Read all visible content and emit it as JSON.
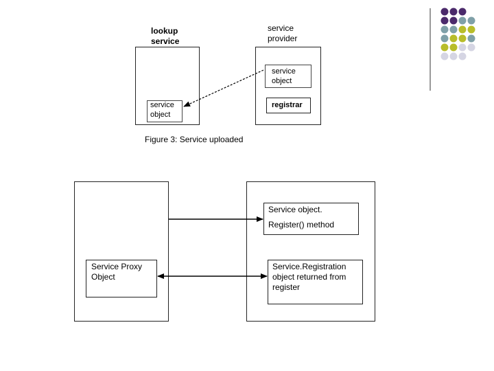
{
  "figure_top": {
    "lookup_service_label": "lookup\nservice",
    "service_provider_label": "service\nprovider",
    "service_object_provider_label": "service\nobject",
    "registrar_label": "registrar",
    "service_object_lookup_label": "service\nobject",
    "caption": "Figure 3: Service uploaded"
  },
  "figure_bottom": {
    "service_object_line1": "Service object.",
    "service_object_line2": "Register() method",
    "service_proxy_label": "Service Proxy\nObject",
    "service_registration_label": "Service.Registration\nobject returned from\nregister"
  },
  "decoration": {
    "colors": {
      "purple": "#4b2a6b",
      "teal": "#7fa0a8",
      "olive": "#b8bd2a",
      "lavender": "#d5d5e3"
    },
    "dot_grid": [
      [
        "purple",
        "purple",
        "purple",
        null
      ],
      [
        "purple",
        "purple",
        "teal",
        "teal"
      ],
      [
        "teal",
        "teal",
        "olive",
        "olive"
      ],
      [
        "teal",
        "olive",
        "olive",
        "teal"
      ],
      [
        "olive",
        "olive",
        "lavender",
        "lavender"
      ],
      [
        "lavender",
        "lavender",
        "lavender",
        null
      ]
    ]
  }
}
